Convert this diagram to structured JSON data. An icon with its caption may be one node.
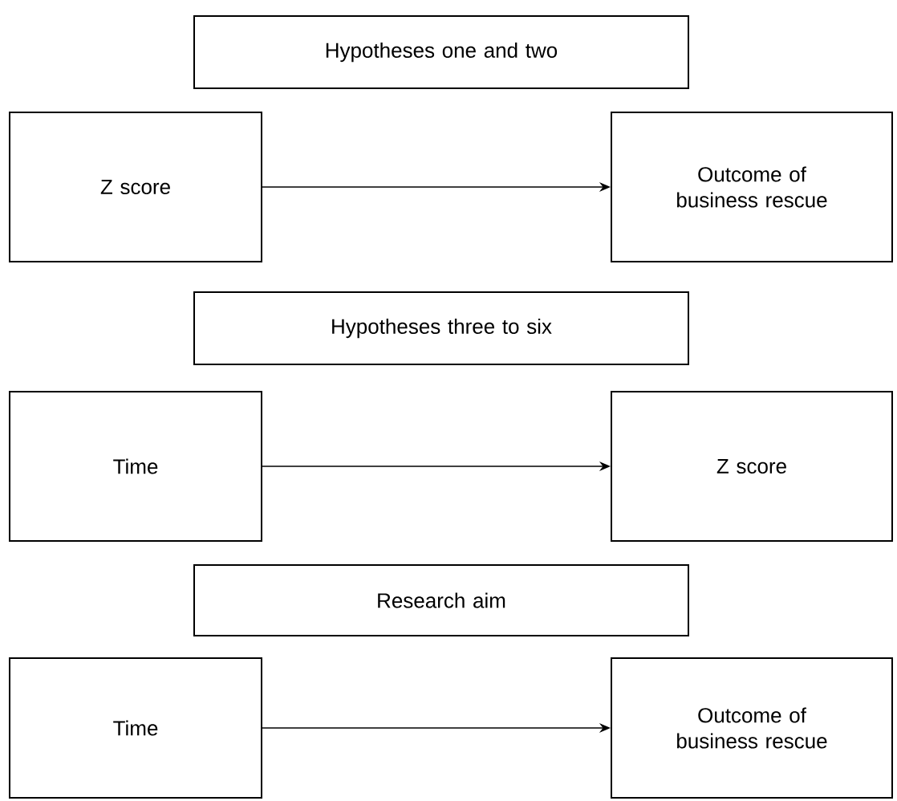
{
  "diagram": {
    "nodes": [
      {
        "text": [
          "Hypotheses one and two"
        ]
      },
      {
        "text": [
          "Z score"
        ]
      },
      {
        "text": [
          "Outcome of business rescue"
        ]
      },
      {
        "text": [
          "Hypotheses three to six"
        ]
      },
      {
        "text": [
          "Time"
        ]
      },
      {
        "text": [
          "Z score"
        ]
      },
      {
        "text": [
          "Research aim"
        ]
      },
      {
        "text": [
          "Time"
        ]
      },
      {
        "text": [
          "Outcome of business rescue"
        ]
      }
    ],
    "edges": [
      {
        "from": 1,
        "to": 2,
        "arrow": "to"
      },
      {
        "from": 4,
        "to": 5,
        "arrow": "to"
      },
      {
        "from": 7,
        "to": 8,
        "arrow": "to"
      }
    ]
  }
}
